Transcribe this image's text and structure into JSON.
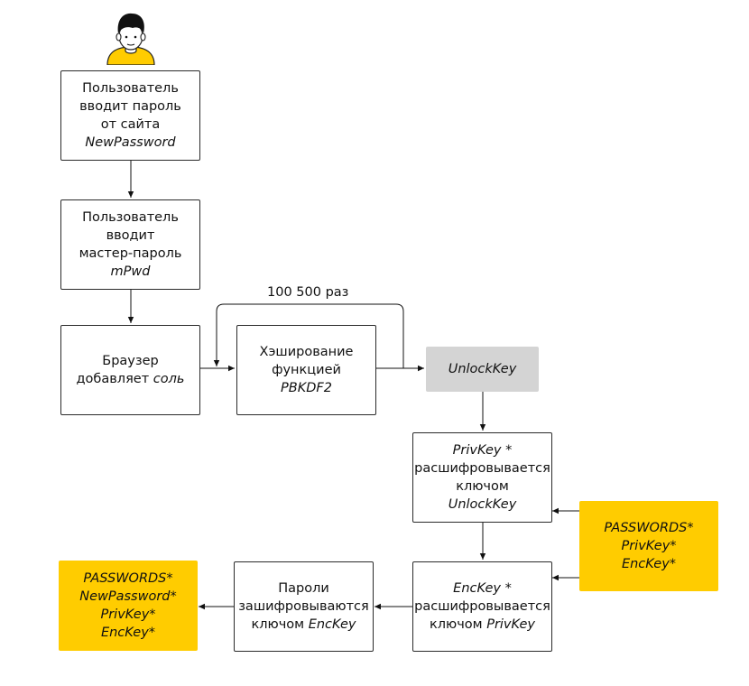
{
  "user_box": {
    "lines": [
      {
        "text": "Пользователь"
      },
      {
        "text": "вводит пароль"
      },
      {
        "text": "от сайта"
      },
      {
        "text": "NewPassword"
      }
    ]
  },
  "master_box": {
    "lines": [
      {
        "text": "Пользователь"
      },
      {
        "text": "вводит"
      },
      {
        "text": "мастер-пароль"
      },
      {
        "text": "mPwd"
      }
    ]
  },
  "browser_box": {
    "line1": "Браузер",
    "line2_prefix": "добавляет ",
    "line2_italic": "соль"
  },
  "hash_box": {
    "lines": [
      {
        "text": "Хэширование"
      },
      {
        "text": "функцией"
      },
      {
        "text": "PBKDF2"
      }
    ]
  },
  "loop_label": "100 500 раз",
  "unlockkey_box": {
    "text": "UnlockKey"
  },
  "privkey_box": {
    "line1_italic": "PrivKey",
    "line1_suffix": " *",
    "line2": "расшифровывается",
    "line3": "ключом",
    "line4_italic": "UnlockKey"
  },
  "passwords_stored_box": {
    "lines": [
      {
        "text": "PASSWORDS*"
      },
      {
        "text": "PrivKey*"
      },
      {
        "text": "EncKey*"
      }
    ]
  },
  "enckey_box": {
    "line1_italic": "EncKey",
    "line1_suffix": " *",
    "line2": "расшифровывается",
    "line3_prefix": "ключом ",
    "line3_italic": "PrivKey"
  },
  "encrypt_box": {
    "line1": "Пароли",
    "line2": "зашифровываются",
    "line3_prefix": "ключом ",
    "line3_italic": "EncKey"
  },
  "passwords_result_box": {
    "lines": [
      {
        "text": "PASSWORDS*"
      },
      {
        "text": "NewPassword*"
      },
      {
        "text": "PrivKey*"
      },
      {
        "text": "EncKey*"
      }
    ]
  },
  "colors": {
    "accent_yellow": "#ffcc00",
    "key_gray": "#d4d4d4",
    "avatar_shirt": "#ffcc00",
    "avatar_hair": "#111111"
  },
  "icons": [
    "user-avatar-icon"
  ]
}
